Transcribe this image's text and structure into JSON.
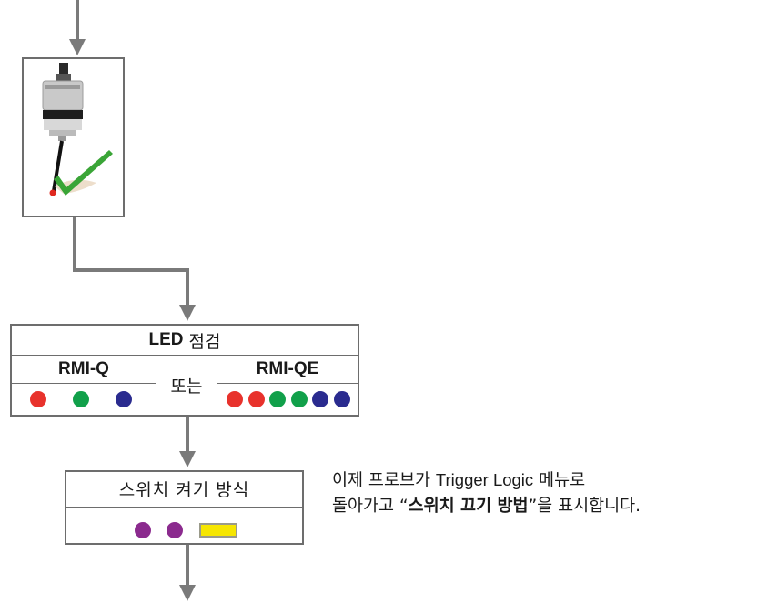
{
  "probe_card": {
    "image_desc": "probe-with-green-checkmark",
    "check_color": "#3aa537"
  },
  "led_check": {
    "title_bold": "LED",
    "title_rest": "점검",
    "or_label": "또는",
    "rmi_q": {
      "label": "RMI-Q",
      "leds": [
        "#e8322c",
        "#11a04a",
        "#2a2b8f"
      ]
    },
    "rmi_qe": {
      "label": "RMI-QE",
      "leds": [
        "#e8322c",
        "#e8322c",
        "#11a04a",
        "#11a04a",
        "#2a2b8f",
        "#2a2b8f"
      ]
    }
  },
  "switch_method": {
    "title": "스위치 켜기 방식",
    "leds": [
      "#8b2a8e",
      "#8b2a8e"
    ],
    "yellow_led_color": "#f6e600"
  },
  "message": {
    "line1_pre": "이제 프로브가 ",
    "line1_en": "Trigger Logic",
    "line1_post": " 메뉴로",
    "line2_pre": "돌아가고 “",
    "line2_bold": "스위치 끄기 방법",
    "line2_post": "”을 표시합니다."
  },
  "colors": {
    "connector": "#7a7a7a",
    "border": "#6d6d6d"
  }
}
